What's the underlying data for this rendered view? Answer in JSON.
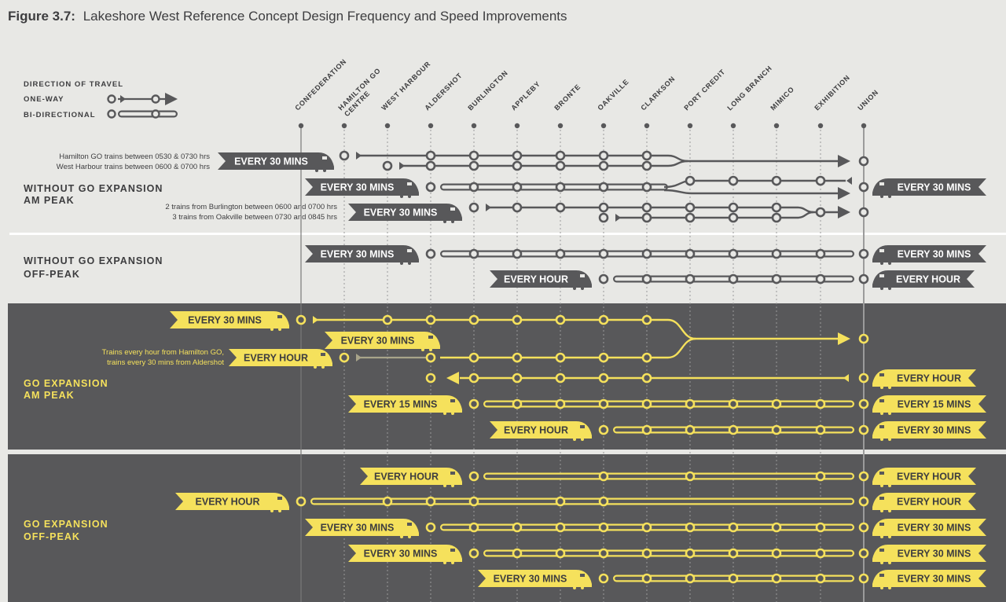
{
  "title": {
    "prefix": "Figure 3.7:",
    "text": "Lakeshore West Reference Concept Design Frequency and Speed Improvements"
  },
  "legend": {
    "heading": "DIRECTION OF TRAVEL",
    "one_way": "ONE-WAY",
    "bi_directional": "BI-DIRECTIONAL"
  },
  "stations": [
    "CONFEDERATION",
    "HAMILTON GO CENTRE",
    "WEST HARBOUR",
    "ALDERSHOT",
    "BURLINGTON",
    "APPLEBY",
    "BRONTE",
    "OAKVILLE",
    "CLARKSON",
    "PORT CREDIT",
    "LONG BRANCH",
    "MIMICO",
    "EXHIBITION",
    "UNION"
  ],
  "station_label_lines": [
    [
      "CONFEDERATION"
    ],
    [
      "HAMILTON GO",
      "CENTRE"
    ],
    [
      "WEST HARBOUR"
    ],
    [
      "ALDERSHOT"
    ],
    [
      "BURLINGTON"
    ],
    [
      "APPLEBY"
    ],
    [
      "BRONTE"
    ],
    [
      "OAKVILLE"
    ],
    [
      "CLARKSON"
    ],
    [
      "PORT CREDIT"
    ],
    [
      "LONG BRANCH"
    ],
    [
      "MIMICO"
    ],
    [
      "EXHIBITION"
    ],
    [
      "UNION"
    ]
  ],
  "colors": {
    "background": "#e8e8e5",
    "dark_panel": "#58585a",
    "grey_line": "#58585a",
    "yellow": "#f5e15c",
    "label_dark": "#3d3d3f",
    "divider": "#ffffff"
  },
  "sections": [
    {
      "id": "without-am",
      "lines": [
        "WITHOUT GO EXPANSION",
        "AM PEAK"
      ],
      "theme": "light"
    },
    {
      "id": "without-off",
      "lines": [
        "WITHOUT GO EXPANSION",
        "OFF-PEAK"
      ],
      "theme": "light"
    },
    {
      "id": "go-am",
      "lines": [
        "GO EXPANSION",
        "AM PEAK"
      ],
      "theme": "dark"
    },
    {
      "id": "go-off",
      "lines": [
        "GO EXPANSION",
        "OFF-PEAK"
      ],
      "theme": "dark"
    }
  ],
  "notes": [
    {
      "lines": [
        "Hamilton GO trains between 0530 & 0730 hrs",
        "West Harbour trains between 0600 & 0700 hrs"
      ],
      "theme": "light"
    },
    {
      "lines": [
        "2 trains from Burlington between 0600 and 0700 hrs",
        "3 trains from Oakville between 0730 and 0845 hrs"
      ],
      "theme": "light"
    },
    {
      "lines": [
        "Trains every hour from Hamilton GO,",
        "trains every 30 mins from Aldershot"
      ],
      "theme": "dark"
    }
  ],
  "services": [
    {
      "section": "without-am",
      "left_badge": "EVERY 30 MINS",
      "right_badge": "",
      "from": "HAMILTON GO CENTRE",
      "to": "UNION",
      "type": "one-way-merge"
    },
    {
      "section": "without-am",
      "left_badge": "",
      "right_badge": "",
      "from": "WEST HARBOUR",
      "to": "UNION",
      "type": "one-way-merge"
    },
    {
      "section": "without-am",
      "left_badge": "EVERY 30 MINS",
      "right_badge": "EVERY 30 MINS",
      "from": "ALDERSHOT",
      "to": "UNION",
      "type": "bi-directional-branch"
    },
    {
      "section": "without-am",
      "left_badge": "EVERY 30 MINS",
      "right_badge": "",
      "from": "BURLINGTON",
      "to": "UNION",
      "type": "one-way-merge"
    },
    {
      "section": "without-am",
      "left_badge": "",
      "right_badge": "",
      "from": "OAKVILLE",
      "to": "UNION",
      "type": "one-way-merge"
    },
    {
      "section": "without-off",
      "left_badge": "EVERY 30 MINS",
      "right_badge": "EVERY 30 MINS",
      "from": "ALDERSHOT",
      "to": "UNION",
      "type": "bi-directional"
    },
    {
      "section": "without-off",
      "left_badge": "EVERY HOUR",
      "right_badge": "EVERY HOUR",
      "from": "OAKVILLE",
      "to": "UNION",
      "type": "bi-directional"
    },
    {
      "section": "go-am",
      "left_badge": "EVERY 30 MINS",
      "right_badge": "",
      "from": "CONFEDERATION",
      "to": "UNION",
      "type": "one-way-merge"
    },
    {
      "section": "go-am",
      "left_badge": "EVERY 30 MINS",
      "right_badge": "",
      "from": "ALDERSHOT",
      "to": "UNION",
      "type": "one-way-merge"
    },
    {
      "section": "go-am",
      "left_badge": "EVERY HOUR",
      "right_badge": "",
      "from": "HAMILTON GO CENTRE",
      "to": "UNION",
      "type": "one-way-merge"
    },
    {
      "section": "go-am",
      "left_badge": "",
      "right_badge": "EVERY HOUR",
      "from": "UNION",
      "to": "ALDERSHOT",
      "type": "one-way-west"
    },
    {
      "section": "go-am",
      "left_badge": "EVERY 15 MINS",
      "right_badge": "EVERY 15 MINS",
      "from": "BURLINGTON",
      "to": "UNION",
      "type": "bi-directional"
    },
    {
      "section": "go-am",
      "left_badge": "EVERY HOUR",
      "right_badge": "EVERY 30 MINS",
      "from": "OAKVILLE",
      "to": "UNION",
      "type": "bi-directional"
    },
    {
      "section": "go-off",
      "left_badge": "EVERY HOUR",
      "right_badge": "EVERY HOUR",
      "from": "BURLINGTON",
      "to": "UNION",
      "type": "bi-directional-express"
    },
    {
      "section": "go-off",
      "left_badge": "EVERY HOUR",
      "right_badge": "EVERY HOUR",
      "from": "CONFEDERATION",
      "to": "UNION",
      "type": "bi-directional"
    },
    {
      "section": "go-off",
      "left_badge": "EVERY 30 MINS",
      "right_badge": "EVERY 30 MINS",
      "from": "ALDERSHOT",
      "to": "UNION",
      "type": "bi-directional"
    },
    {
      "section": "go-off",
      "left_badge": "EVERY 30 MINS",
      "right_badge": "EVERY 30 MINS",
      "from": "BURLINGTON",
      "to": "UNION",
      "type": "bi-directional"
    },
    {
      "section": "go-off",
      "left_badge": "EVERY 30 MINS",
      "right_badge": "EVERY 30 MINS",
      "from": "OAKVILLE",
      "to": "UNION",
      "type": "bi-directional"
    }
  ]
}
